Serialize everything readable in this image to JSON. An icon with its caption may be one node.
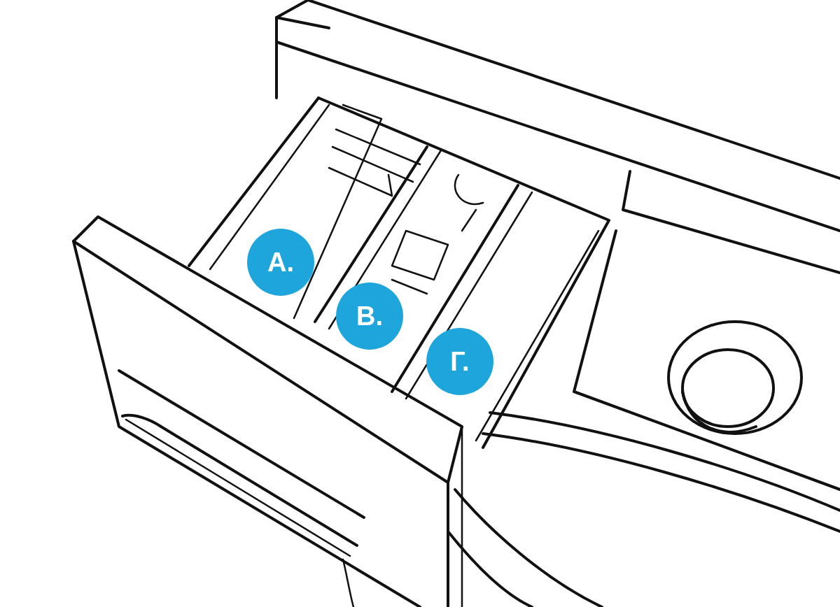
{
  "diagram": {
    "nodes": [
      {
        "text": [
          "А."
        ]
      },
      {
        "text": [
          "В."
        ]
      },
      {
        "text": [
          "Г."
        ]
      }
    ]
  }
}
